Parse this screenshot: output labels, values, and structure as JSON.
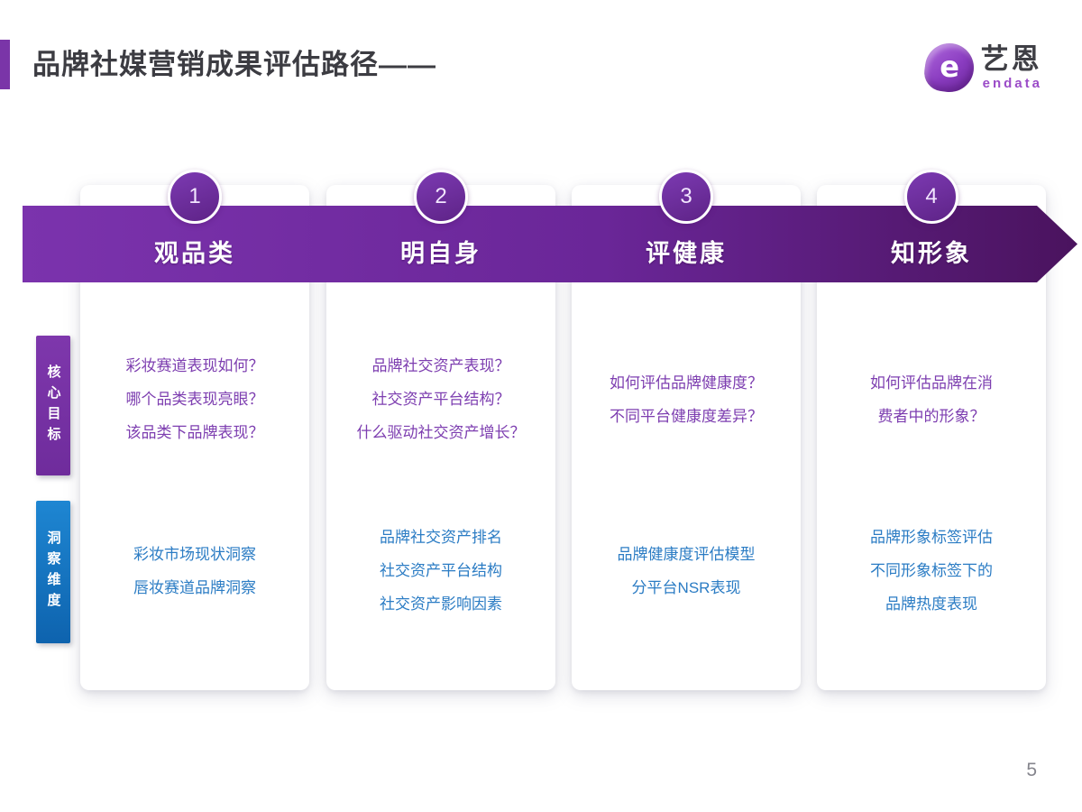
{
  "header": {
    "title": "品牌社媒营销成果评估路径——",
    "logo": {
      "mark_letter": "e",
      "brand_cn": "艺恩",
      "brand_en": "endata"
    }
  },
  "steps": [
    {
      "number": "1",
      "label": "观品类"
    },
    {
      "number": "2",
      "label": "明自身"
    },
    {
      "number": "3",
      "label": "评健康"
    },
    {
      "number": "4",
      "label": "知形象"
    }
  ],
  "side_labels": [
    {
      "text": "核心目标"
    },
    {
      "text": "洞察维度"
    }
  ],
  "cards": [
    {
      "questions": [
        "彩妆赛道表现如何？",
        "哪个品类表现亮眼？",
        "该品类下品牌表现？"
      ],
      "insights": [
        "彩妆市场现状洞察",
        "唇妆赛道品牌洞察"
      ]
    },
    {
      "questions": [
        "品牌社交资产表现？",
        "社交资产平台结构？",
        "什么驱动社交资产增长？"
      ],
      "insights": [
        "品牌社交资产排名",
        "社交资产平台结构",
        "社交资产影响因素"
      ]
    },
    {
      "questions": [
        "如何评估品牌健康度？",
        "不同平台健康度差异？"
      ],
      "insights": [
        "品牌健康度评估模型",
        "分平台NSR表现"
      ]
    },
    {
      "questions": [
        "如何评估品牌在消费者中的形象？"
      ],
      "insights": [
        "品牌形象标签评估",
        "不同形象标签下的品牌热度表现"
      ]
    }
  ],
  "page_number": "5",
  "colors": {
    "accent_purple": "#7a35a8",
    "banner_gradient_start": "#7b33ad",
    "banner_gradient_end": "#4a135e",
    "step_circle": "#6f2c9e",
    "question_text": "#7d3eb0",
    "insight_text": "#2b7cc4",
    "tab_core": "#7733a6",
    "tab_dim_blue": "#1878c8",
    "logo_purple": "#9b4cc8",
    "title_text": "#3c3c42"
  }
}
